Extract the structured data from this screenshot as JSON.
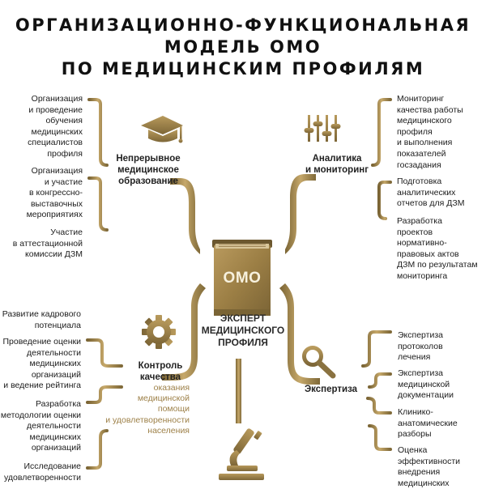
{
  "title": {
    "line1": "ОРГАНИЗАЦИОННО-ФУНКЦИОНАЛЬНАЯ",
    "line2": "МОДЕЛЬ ОМО",
    "line3": "ПО МЕДИЦИНСКИМ ПРОФИЛЯМ"
  },
  "center": {
    "book_label": "ОМО",
    "line1": "ЭКСПЕРТ",
    "line2": "МЕДИЦИНСКОГО",
    "line3": "ПРОФИЛЯ"
  },
  "education": {
    "heading": [
      "Непрерывное",
      "медицинское",
      "образование"
    ],
    "items": [
      [
        "Организация",
        "и проведение",
        "обучения",
        "медицинских",
        "специалистов",
        "профиля"
      ],
      [
        "Организация",
        "и участие",
        "в конгрессно-",
        "выставочных",
        "мероприятиях"
      ],
      [
        "Участие",
        "в аттестационной",
        "комиссии ДЗМ"
      ]
    ]
  },
  "analytics": {
    "heading": [
      "Аналитика",
      "и мониторинг"
    ],
    "items": [
      [
        "Мониторинг",
        "качества работы",
        "медицинского",
        "профиля",
        "и выполнения",
        "показателей",
        "госзадания"
      ],
      [
        "Подготовка",
        "аналитических",
        "отчетов для ДЗМ"
      ],
      [
        "Разработка",
        "проектов",
        "нормативно-",
        "правовых актов",
        "ДЗМ по результатам",
        "мониторинга"
      ]
    ]
  },
  "quality": {
    "heading": [
      "Контроль",
      "качества"
    ],
    "subtitle": [
      "оказания",
      "медицинской",
      "помощи",
      "и удовлетворенности",
      "населения"
    ],
    "items": [
      [
        "Развитие кадрового",
        "потенциала"
      ],
      [
        "Проведение оценки",
        "деятельности",
        "медицинских",
        "организаций",
        "и ведение рейтинга"
      ],
      [
        "Разработка",
        "методологии оценки",
        "деятельности",
        "медицинских",
        "организаций"
      ],
      [
        "Исследование",
        "удовлетворенности"
      ]
    ]
  },
  "expertise": {
    "heading": [
      "Экспертиза"
    ],
    "items": [
      [
        "Экспертиза",
        "протоколов",
        "лечения"
      ],
      [
        "Экспертиза",
        "медицинской",
        "документации"
      ],
      [
        "Клинико-",
        "анатомические",
        "разборы"
      ],
      [
        "Оценка",
        "эффективности",
        "внедрения",
        "медицинских"
      ]
    ]
  },
  "icons": [
    "graduation-cap-icon",
    "equalizer-icon",
    "gear-icon",
    "magnifier-icon",
    "microscope-icon",
    "book-icon"
  ],
  "colors": {
    "gold": "#a1834b",
    "gold_dark": "#6e5a30",
    "gold_light": "#c9ad70",
    "text": "#1c1c1c"
  }
}
